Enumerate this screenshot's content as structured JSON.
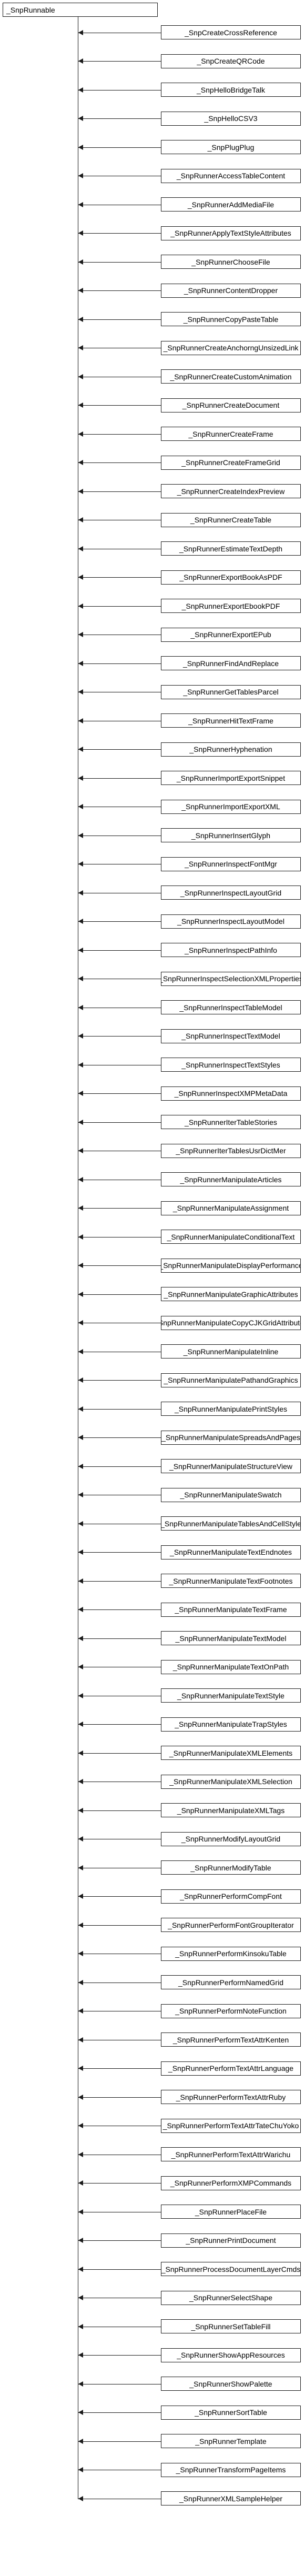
{
  "root": {
    "label": "_SnpRunnable"
  },
  "children": [
    "_SnpCreateCrossReference",
    "_SnpCreateQRCode",
    "_SnpHelloBridgeTalk",
    "_SnpHelloCSV3",
    "_SnpPlugPlug",
    "_SnpRunnerAccessTableContent",
    "_SnpRunnerAddMediaFile",
    "_SnpRunnerApplyTextStyleAttributes",
    "_SnpRunnerChooseFile",
    "_SnpRunnerContentDropper",
    "_SnpRunnerCopyPasteTable",
    "_SnpRunnerCreateAnchorngUnsizedLink",
    "_SnpRunnerCreateCustomAnimation",
    "_SnpRunnerCreateDocument",
    "_SnpRunnerCreateFrame",
    "_SnpRunnerCreateFrameGrid",
    "_SnpRunnerCreateIndexPreview",
    "_SnpRunnerCreateTable",
    "_SnpRunnerEstimateTextDepth",
    "_SnpRunnerExportBookAsPDF",
    "_SnpRunnerExportEbookPDF",
    "_SnpRunnerExportEPub",
    "_SnpRunnerFindAndReplace",
    "_SnpRunnerGetTablesParcel",
    "_SnpRunnerHitTextFrame",
    "_SnpRunnerHyphenation",
    "_SnpRunnerImportExportSnippet",
    "_SnpRunnerImportExportXML",
    "_SnpRunnerInsertGlyph",
    "_SnpRunnerInspectFontMgr",
    "_SnpRunnerInspectLayoutGrid",
    "_SnpRunnerInspectLayoutModel",
    "_SnpRunnerInspectPathInfo",
    "_SnpRunnerInspectSelectionXMLProperties",
    "_SnpRunnerInspectTableModel",
    "_SnpRunnerInspectTextModel",
    "_SnpRunnerInspectTextStyles",
    "_SnpRunnerInspectXMPMetaData",
    "_SnpRunnerIterTableStories",
    "_SnpRunnerIterTablesUsrDictMer",
    "_SnpRunnerManipulateArticles",
    "_SnpRunnerManipulateAssignment",
    "_SnpRunnerManipulateConditionalText",
    "_SnpRunnerManipulateDisplayPerformance",
    "_SnpRunnerManipulateGraphicAttributes",
    "_SnpRunnerManipulateCopyCJKGridAttributes",
    "_SnpRunnerManipulateInline",
    "_SnpRunnerManipulatePathandGraphics",
    "_SnpRunnerManipulatePrintStyles",
    "_SnpRunnerManipulateSpreadsAndPages",
    "_SnpRunnerManipulateStructureView",
    "_SnpRunnerManipulateSwatch",
    "_SnpRunnerManipulateTablesAndCellStyle",
    "_SnpRunnerManipulateTextEndnotes",
    "_SnpRunnerManipulateTextFootnotes",
    "_SnpRunnerManipulateTextFrame",
    "_SnpRunnerManipulateTextModel",
    "_SnpRunnerManipulateTextOnPath",
    "_SnpRunnerManipulateTextStyle",
    "_SnpRunnerManipulateTrapStyles",
    "_SnpRunnerManipulateXMLElements",
    "_SnpRunnerManipulateXMLSelection",
    "_SnpRunnerManipulateXMLTags",
    "_SnpRunnerModifyLayoutGrid",
    "_SnpRunnerModifyTable",
    "_SnpRunnerPerformCompFont",
    "_SnpRunnerPerformFontGroupIterator",
    "_SnpRunnerPerformKinsokuTable",
    "_SnpRunnerPerformNamedGrid",
    "_SnpRunnerPerformNoteFunction",
    "_SnpRunnerPerformTextAttrKenten",
    "_SnpRunnerPerformTextAttrLanguage",
    "_SnpRunnerPerformTextAttrRuby",
    "_SnpRunnerPerformTextAttrTateChuYoko",
    "_SnpRunnerPerformTextAttrWarichu",
    "_SnpRunnerPerformXMPCommands",
    "_SnpRunnerPlaceFile",
    "_SnpRunnerPrintDocument",
    "_SnpRunnerProcessDocumentLayerCmds",
    "_SnpRunnerSelectShape",
    "_SnpRunnerSetTableFill",
    "_SnpRunnerShowAppResources",
    "_SnpRunnerShowPalette",
    "_SnpRunnerSortTable",
    "_SnpRunnerTemplate",
    "_SnpRunnerTransformPageItems",
    "_SnpRunnerXMLSampleHelper"
  ]
}
